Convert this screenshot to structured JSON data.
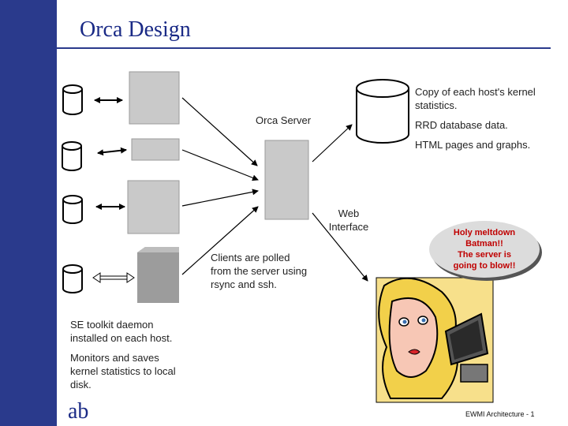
{
  "slide": {
    "title": "Orca Design",
    "footer": "EWMI Architecture - 1",
    "logo_text": "ab"
  },
  "labels": {
    "orca_server": "Orca Server",
    "web_interface": "Web\nInterface",
    "clients_polled": "Clients are polled\nfrom the server using\nrsync and ssh.",
    "kernel_copy": "Copy of each host's kernel\nstatistics.",
    "rrd": "RRD database data.",
    "html_pages": "HTML pages and graphs.",
    "se_toolkit": "SE toolkit daemon\ninstalled on each host.",
    "monitors": "Monitors and saves\nkernel statistics to local\ndisk.",
    "speech_bubble": "Holy meltdown\nBatman!!\nThe server is\ngoing to blow!!"
  },
  "colors": {
    "sidebar": "#2a3a8c",
    "title": "#1a2a86",
    "server_gray": "#c8c8c8",
    "bubble_text": "#c00000"
  },
  "icons": [
    "database-icon",
    "server-icon",
    "double-arrow-icon",
    "cartoon-woman-illustration"
  ]
}
